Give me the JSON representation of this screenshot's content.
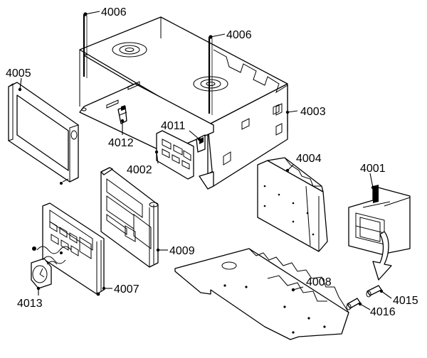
{
  "callouts": {
    "c4006a": "4006",
    "c4006b": "4006",
    "c4005": "4005",
    "c4003": "4003",
    "c4011": "4011",
    "c4012": "4012",
    "c4002": "4002",
    "c4004": "4004",
    "c4001": "4001",
    "c4009": "4009",
    "c4008": "4008",
    "c4007": "4007",
    "c4013": "4013",
    "c4015": "4015",
    "c4016": "4016"
  }
}
